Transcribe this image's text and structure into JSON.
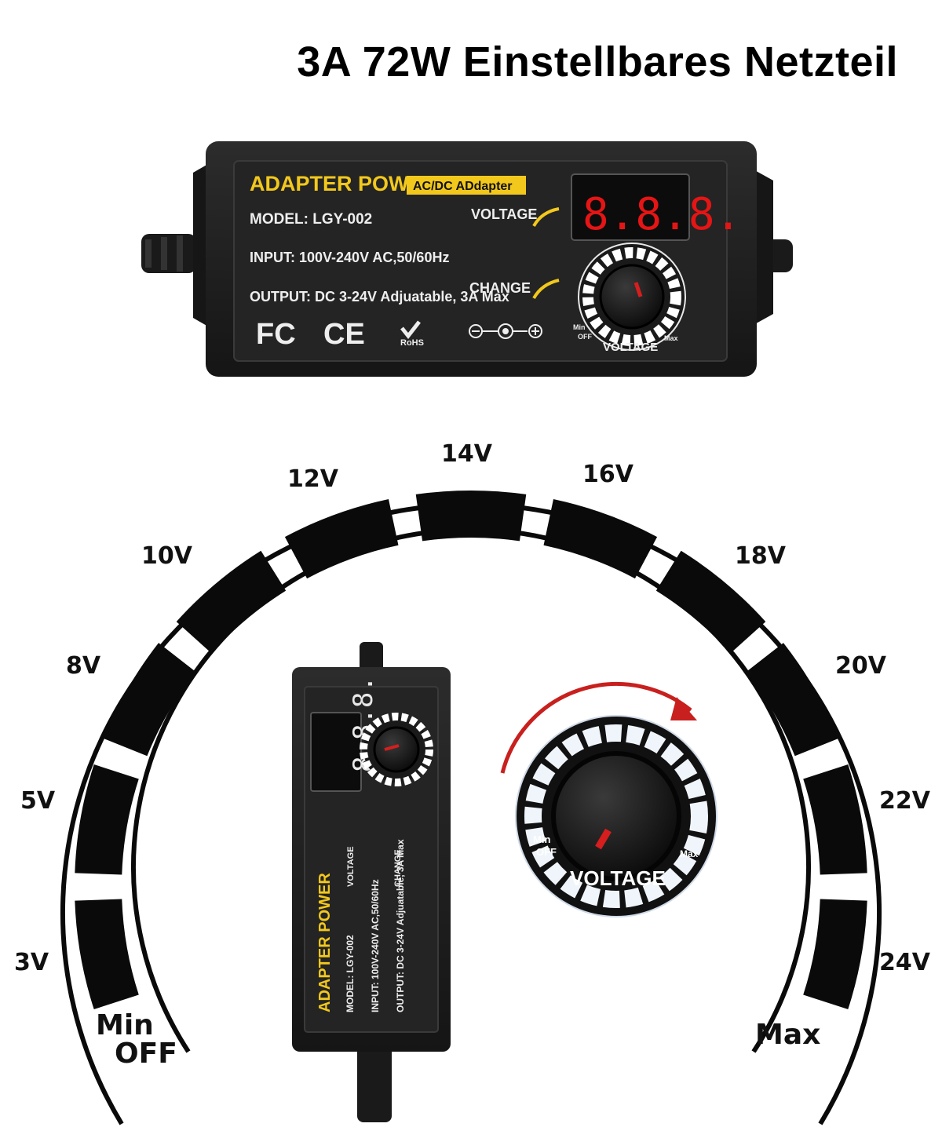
{
  "title": "3A 72W Einstellbares Netzteil",
  "adapter": {
    "brand": "ADAPTER POWER",
    "subtitle": "AC/DC ADdapter",
    "model": "MODEL: LGY-002",
    "input": "INPUT: 100V-240V AC,50/60Hz",
    "output": "OUTPUT: DC 3-24V Adjuatable, 3A Max",
    "voltage_label": "VOLTAGE",
    "change_label": "CHANGE",
    "display": "8.8.8.",
    "knob_label": "VOLTAGE",
    "knob_min": "Min",
    "knob_off": "OFF",
    "knob_max": "Max",
    "cert_fc": "FC",
    "cert_ce": "CE",
    "cert_rohs": "RoHS"
  },
  "dial": {
    "min_label": "Min",
    "off_label": "OFF",
    "max_label": "Max",
    "voltages": [
      "3V",
      "5V",
      "8V",
      "10V",
      "12V",
      "14V",
      "16V",
      "18V",
      "20V",
      "22V",
      "24V"
    ]
  },
  "closeup_knob": {
    "label": "VOLTAGE",
    "min": "Min",
    "off": "OFF",
    "max": "Max"
  },
  "colors": {
    "arrow_red": "#c8201e",
    "adapter_body": "#1c1c1c",
    "brand_yellow": "#f2c81c"
  }
}
